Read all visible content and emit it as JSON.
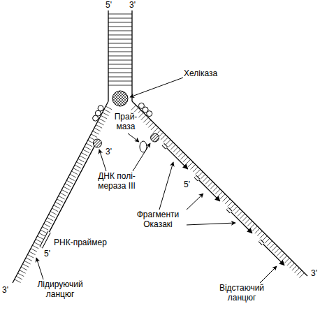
{
  "diagram": {
    "labels": [
      "5'",
      "3'",
      "Хеліказа",
      "3'",
      "Прай- маза",
      "ДНК полі- мераза III",
      "5'",
      "Фрагменти Оказакі",
      "3'",
      "5'",
      "РНК-праймер",
      "Лідируючий ланцюг",
      "3'",
      "Відстаючий ланцюг"
    ]
  }
}
